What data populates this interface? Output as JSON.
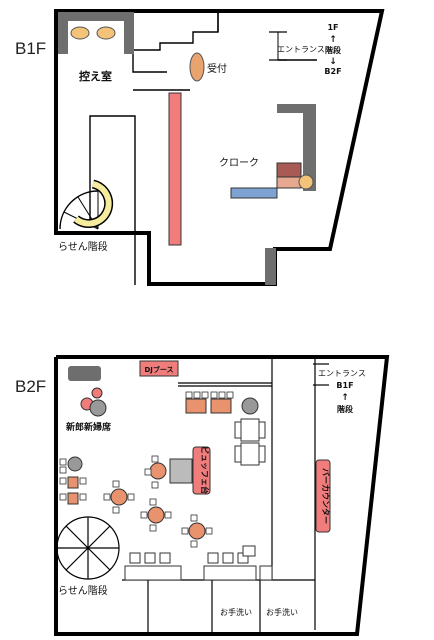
{
  "floors": {
    "b1f": {
      "name": "B1F",
      "labels": {
        "waiting_room": "控え室",
        "reception": "受付",
        "cloak": "クローク",
        "entrance": "エントランス",
        "spiral": "らせん階段",
        "stair_1f": "1F",
        "stair_up": "↑",
        "stair_kaidan": "階段",
        "stair_down": "↓",
        "stair_b2f": "B2F"
      }
    },
    "b2f": {
      "name": "B2F",
      "labels": {
        "dj_booth": "DJブース",
        "bride_groom": "新郎新婦席",
        "buffet": "ビュッフェ台",
        "bar_counter": "バーカウンター",
        "entrance": "エントランス",
        "stair_b1f": "B1F",
        "stair_up": "↑",
        "stair_kaidan": "階段",
        "spiral": "らせん階段",
        "restroom_1": "お手洗い",
        "restroom_2": "お手洗い"
      }
    }
  },
  "colors": {
    "wall": "#000000",
    "pink": "#f07c7c",
    "table": "#e8926e",
    "chair_gray": "#777777",
    "wall_gray": "#6e6e6e",
    "counter_blue": "#7ea2d2",
    "seat_brown": "#a85a55",
    "seat_tan": "#e7a890",
    "lamp": "#f3c37a"
  }
}
